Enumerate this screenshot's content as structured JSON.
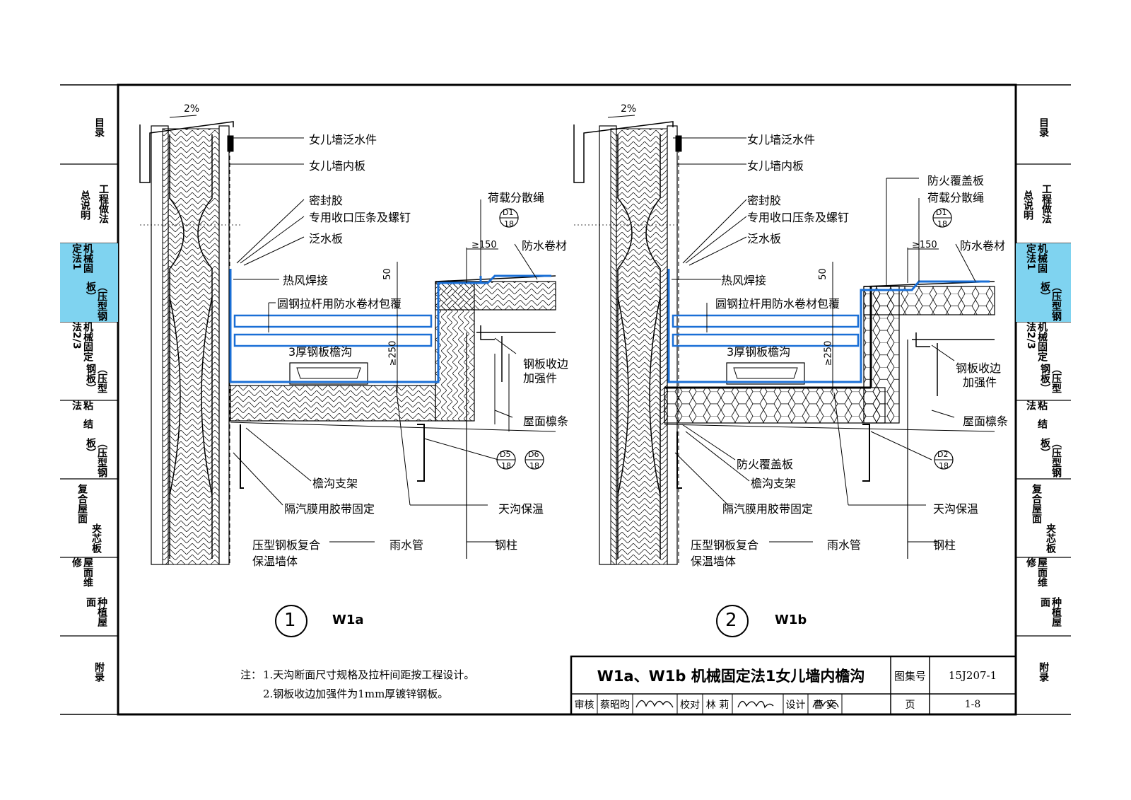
{
  "side_tabs": [
    {
      "id": "mulu",
      "text": "目录"
    },
    {
      "id": "zongshuoming",
      "text": "总说明"
    },
    {
      "id": "gongchengzuofa",
      "text": "工程做法"
    },
    {
      "id": "jixie1",
      "text": "机械固定法1"
    },
    {
      "id": "jixie1_sub",
      "text": "（压型钢板）"
    },
    {
      "id": "jixie23",
      "text": "机械固定法2/3"
    },
    {
      "id": "jixie23_sub",
      "text": "（压型钢板）"
    },
    {
      "id": "nianjie",
      "text": "粘结法"
    },
    {
      "id": "nianjie_sub",
      "text": "（压型钢板）"
    },
    {
      "id": "jiaxin",
      "text": "夹芯板"
    },
    {
      "id": "fuhe",
      "text": "复合屋面"
    },
    {
      "id": "zhongzhi",
      "text": "种植屋面"
    },
    {
      "id": "weixiu",
      "text": "屋面维修"
    },
    {
      "id": "fulu",
      "text": "附录"
    }
  ],
  "detail1": {
    "slope": "2%",
    "labels": {
      "fanshuijian": "女儿墙泛水件",
      "neiban": "女儿墙内板",
      "mifengjiao": "密封胶",
      "yatiao": "专用收口压条及螺钉",
      "fanshuiban": "泛水板",
      "hezai": "荷载分散绳",
      "fangshui": "防水卷材",
      "refeng": "热风焊接",
      "yuangang": "圆钢拉杆用防水卷材包覆",
      "tiangou": "3厚钢板檐沟",
      "shoubian": "钢板收边",
      "jiaqiang": "加强件",
      "linlian": "屋面檩条",
      "zhijia": "檐沟支架",
      "geqi": "隔汽膜用胶带固定",
      "baowen": "天沟保温",
      "qiangti1": "压型钢板复合",
      "qiangti2": "保温墙体",
      "yushuiguan": "雨水管",
      "gangzhu": "钢柱"
    },
    "dims": {
      "d150": "≥150",
      "d50": "50",
      "d250": "≥250"
    },
    "refs": [
      {
        "top": "D1",
        "bot": "18"
      },
      {
        "top": "D5",
        "bot": "18"
      },
      {
        "top": "D6",
        "bot": "18"
      }
    ],
    "num": "1",
    "code": "W1a"
  },
  "detail2": {
    "slope": "2%",
    "labels": {
      "fanshuijian": "女儿墙泛水件",
      "neiban": "女儿墙内板",
      "fanghuo_top": "防火覆盖板",
      "mifengjiao": "密封胶",
      "yatiao": "专用收口压条及螺钉",
      "fanshuiban": "泛水板",
      "hezai": "荷载分散绳",
      "fangshui": "防水卷材",
      "refeng": "热风焊接",
      "yuangang": "圆钢拉杆用防水卷材包覆",
      "tiangou": "3厚钢板檐沟",
      "shoubian": "钢板收边",
      "jiaqiang": "加强件",
      "linlian": "屋面檩条",
      "fanghuo_bot": "防火覆盖板",
      "zhijia": "檐沟支架",
      "geqi": "隔汽膜用胶带固定",
      "baowen": "天沟保温",
      "qiangti1": "压型钢板复合",
      "qiangti2": "保温墙体",
      "yushuiguan": "雨水管",
      "gangzhu": "钢柱"
    },
    "dims": {
      "d150": "≥150",
      "d50": "50",
      "d250": "≥250"
    },
    "refs": [
      {
        "top": "D1",
        "bot": "18"
      },
      {
        "top": "D2",
        "bot": "18"
      }
    ],
    "num": "2",
    "code": "W1b"
  },
  "notes": {
    "prefix": "注：",
    "line1": "1.天沟断面尺寸规格及拉杆间距按工程设计。",
    "line2": "2.钢板收边加强件为1mm厚镀锌钢板。"
  },
  "title_block": {
    "title": "W1a、W1b 机械固定法1女儿墙内檐沟",
    "atlas_label": "图集号",
    "atlas_no": "15J207-1",
    "review_label": "审核",
    "reviewer": "蔡昭昀",
    "check_label": "校对",
    "checker": "林 莉",
    "design_label": "设计",
    "designer": "曹 奕",
    "page_label": "页",
    "page_no": "1-8"
  },
  "colors": {
    "gutter_blue": "#1a6fd6",
    "active_tab": "#7fd3f0"
  }
}
